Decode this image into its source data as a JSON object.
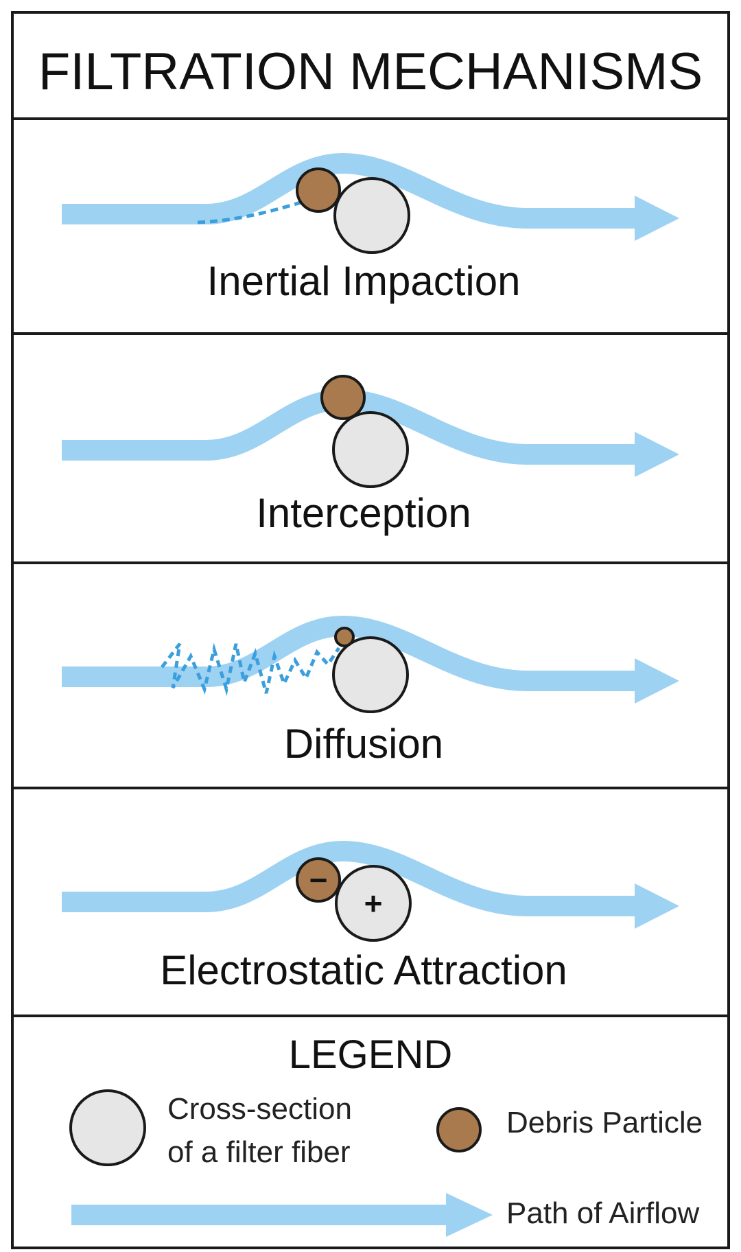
{
  "title": "FILTRATION MECHANISMS",
  "panels": [
    {
      "label": "Inertial Impaction"
    },
    {
      "label": "Interception"
    },
    {
      "label": "Diffusion"
    },
    {
      "label": "Electrostatic Attraction",
      "particle_sign": "−",
      "fiber_sign": "+"
    }
  ],
  "legend": {
    "title": "LEGEND",
    "fiber_line1": "Cross-section",
    "fiber_line2": "of a filter fiber",
    "particle": "Debris Particle",
    "airflow": "Path of Airflow"
  },
  "colors": {
    "airflow": "#9ED2F2",
    "particle_path": "#3B9FDD",
    "fiber_fill": "#E6E6E6",
    "particle_fill": "#A87A4E",
    "outline": "#1A1A1A"
  }
}
